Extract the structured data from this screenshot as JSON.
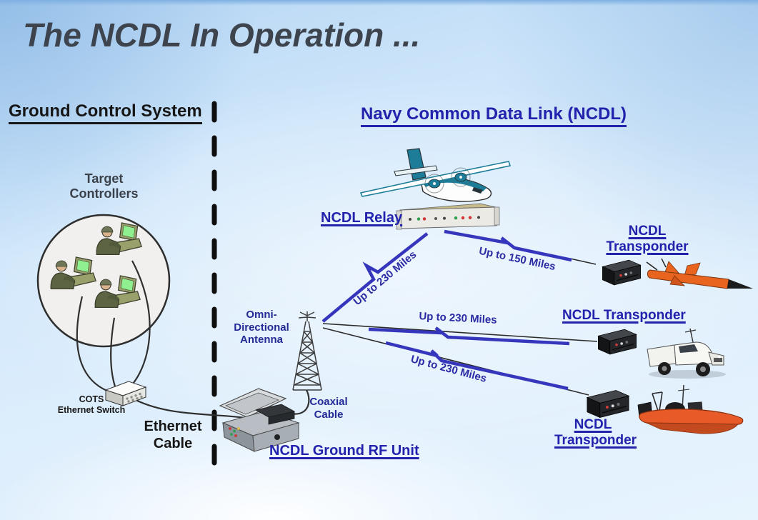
{
  "slide": {
    "title": "The NCDL In Operation ..."
  },
  "ground_control": {
    "header": "Ground Control System",
    "target_controllers_label": "Target\nControllers",
    "cots_switch_label": "COTS\nEthernet Switch",
    "ethernet_cable_label": "Ethernet\nCable"
  },
  "ncdl": {
    "header": "Navy Common Data Link (NCDL)",
    "relay_label": "NCDL Relay",
    "antenna_label": "Omni-\nDirectional\nAntenna",
    "coaxial_cable_label": "Coaxial\nCable",
    "ground_rf_unit_label": "NCDL Ground RF Unit",
    "transponder_air_label": "NCDL\nTransponder",
    "transponder_truck_label": "NCDL Transponder",
    "transponder_boat_label": "NCDL\nTransponder",
    "range_relay_to_antenna": "Up to 230 Miles",
    "range_relay_to_air": "Up to 150 Miles",
    "range_antenna_to_truck": "Up to 230 Miles",
    "range_antenna_to_boat": "Up to 230 Miles"
  },
  "graphics": {
    "target_controllers": "soldiers-at-consoles-in-circle",
    "ethernet_switch": "desktop-ethernet-switch",
    "aircraft": "twin-turboprop-aircraft",
    "relay_unit": "rack-mount-relay-unit",
    "antenna": "lattice-tower-antenna",
    "ground_rf_unit": "portable-rf-case",
    "air_target": "orange-aerial-target-drone",
    "truck": "white-pickup-truck",
    "boat": "orange-rib-boat",
    "transponder_box": "black-transponder-box",
    "divider": "vertical-dashed-divider",
    "links": "blue-lightning-bolt-links"
  },
  "colors": {
    "background_blue": "#cde5fa",
    "title_text": "#3d444d",
    "heading_text": "#161616",
    "link_blue": "#2222ad",
    "bolt_blue": "#3636bd",
    "label_navy": "#232a96"
  }
}
